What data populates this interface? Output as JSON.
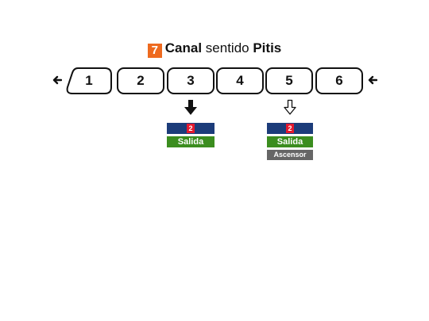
{
  "title": {
    "line_number": "7",
    "station": "Canal",
    "middle": "sentido",
    "direction": "Pitis"
  },
  "cars": [
    "1",
    "2",
    "3",
    "4",
    "5",
    "6"
  ],
  "direction_arrow_icon": "arrow-left-icon",
  "exits": [
    {
      "car": "3",
      "arrow_style": "solid",
      "line_badge": "2",
      "exit_label": "Salida",
      "extra_label": ""
    },
    {
      "car": "5",
      "arrow_style": "outline",
      "line_badge": "2",
      "exit_label": "Salida",
      "extra_label": "Ascensor"
    }
  ],
  "colors": {
    "line7": "#ee6a1f",
    "line2_bar": "#1c3c7a",
    "line2_badge": "#e3192e",
    "exit": "#3b8d1f",
    "elevator": "#666666"
  }
}
